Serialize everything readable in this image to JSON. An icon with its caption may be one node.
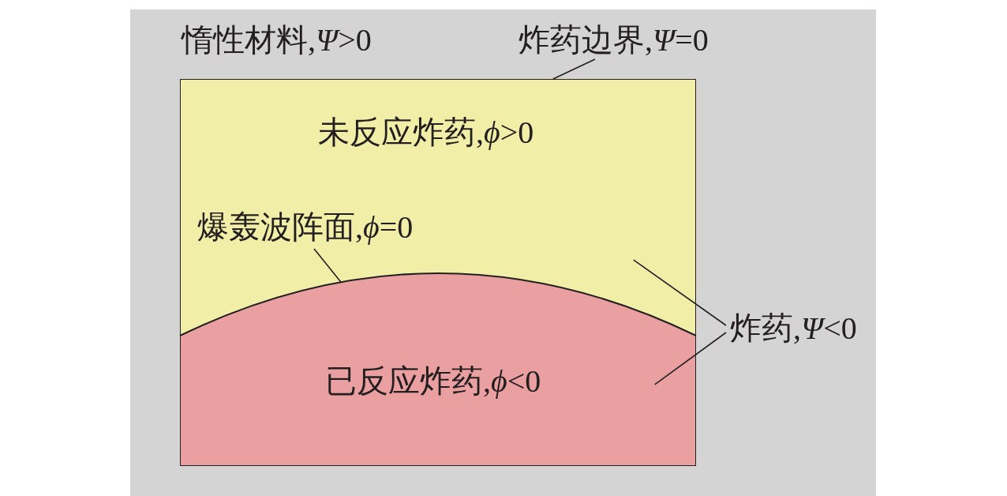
{
  "diagram": {
    "nodes": [
      {
        "text": [
          "惰性材料,*Ψ*>0"
        ]
      },
      {
        "text": [
          "炸药边界,*Ψ*=0"
        ],
        "in": 0
      },
      {
        "text": [],
        "shape": "box",
        "in": 0
      },
      {
        "text": [
          "未反应炸药,*ϕ*>0"
        ],
        "in": 2
      },
      {
        "text": [
          "爆轰波阵面,*ϕ*=0"
        ],
        "in": 3
      },
      {
        "text": [
          "已反应炸药,*ϕ*<0"
        ],
        "in": 2
      },
      {
        "text": [],
        "shape": "curve",
        "in": 5
      },
      {
        "text": [
          "炸药,*Ψ*<0"
        ],
        "in": 0
      }
    ],
    "edges": [
      {
        "from": 1,
        "to": 2,
        "arrow": "none"
      },
      {
        "from": 4,
        "to": 6,
        "arrow": "none"
      },
      {
        "from": 7,
        "to": 3,
        "arrow": "none"
      },
      {
        "from": 7,
        "to": 5,
        "arrow": "none"
      }
    ]
  }
}
